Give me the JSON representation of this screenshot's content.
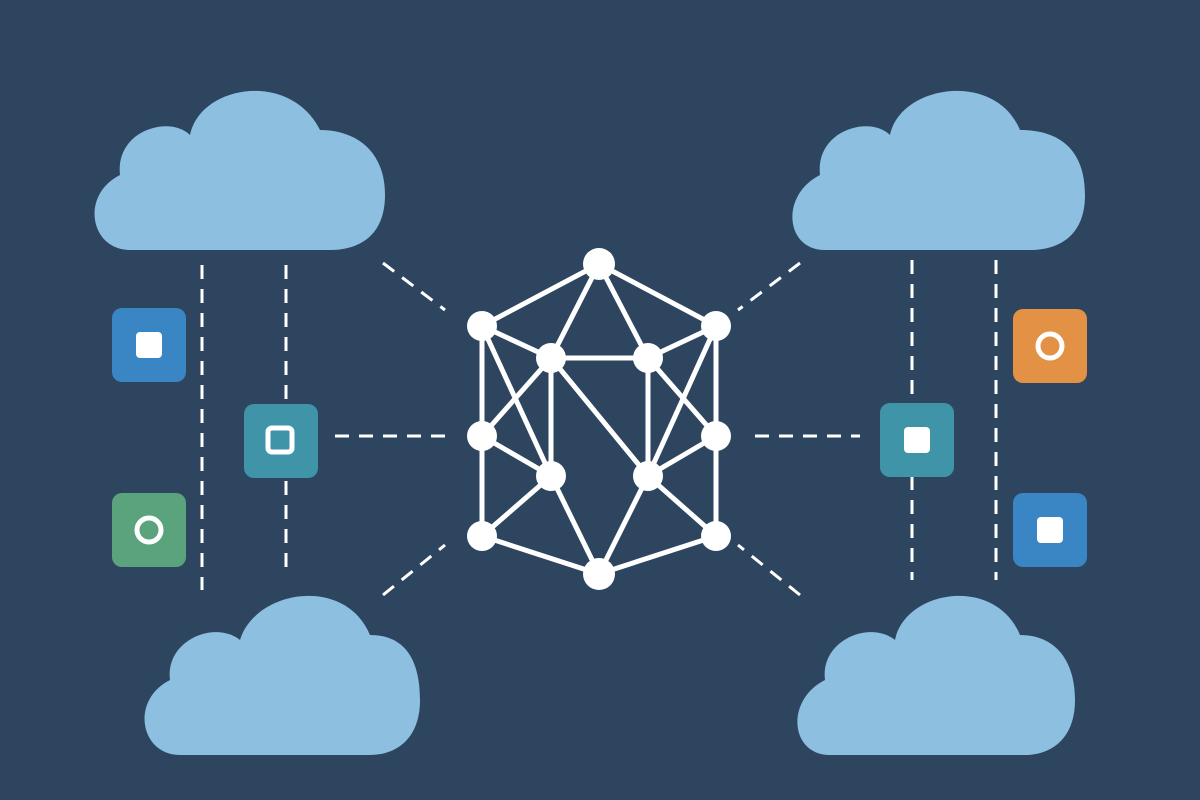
{
  "colors": {
    "background": "#2e4560",
    "cloud": "#8dbfe0",
    "connector": "#ffffff",
    "node": "#ffffff",
    "tile_blue": "#3a86c4",
    "tile_teal": "#3f95a7",
    "tile_green": "#5aa37c",
    "tile_orange": "#e39145",
    "glyph": "#ffffff"
  },
  "clouds": [
    {
      "name": "cloud-top-left"
    },
    {
      "name": "cloud-top-right"
    },
    {
      "name": "cloud-bottom-left"
    },
    {
      "name": "cloud-bottom-right"
    }
  ],
  "tiles": [
    {
      "name": "tile-blue-left",
      "color": "tile_blue",
      "icon": "square-icon"
    },
    {
      "name": "tile-green-left",
      "color": "tile_green",
      "icon": "circle-icon"
    },
    {
      "name": "tile-teal-left",
      "color": "tile_teal",
      "icon": "square-outline-icon"
    },
    {
      "name": "tile-teal-right",
      "color": "tile_teal",
      "icon": "square-icon"
    },
    {
      "name": "tile-orange-right",
      "color": "tile_orange",
      "icon": "circle-icon"
    },
    {
      "name": "tile-blue-right",
      "color": "tile_blue",
      "icon": "square-icon"
    }
  ],
  "network": {
    "icon": "network-mesh-icon",
    "node_count": 12,
    "edges": [
      [
        0,
        1
      ],
      [
        0,
        4
      ],
      [
        0,
        2
      ],
      [
        0,
        5
      ],
      [
        1,
        4
      ],
      [
        1,
        3
      ],
      [
        1,
        6
      ],
      [
        2,
        5
      ],
      [
        2,
        7
      ],
      [
        2,
        8
      ],
      [
        3,
        6
      ],
      [
        3,
        9
      ],
      [
        3,
        4
      ],
      [
        4,
        5
      ],
      [
        4,
        6
      ],
      [
        4,
        7
      ],
      [
        5,
        8
      ],
      [
        5,
        7
      ],
      [
        6,
        9
      ],
      [
        6,
        10
      ],
      [
        7,
        10
      ],
      [
        7,
        11
      ],
      [
        7,
        8
      ],
      [
        8,
        11
      ],
      [
        9,
        10
      ],
      [
        10,
        11
      ]
    ]
  }
}
